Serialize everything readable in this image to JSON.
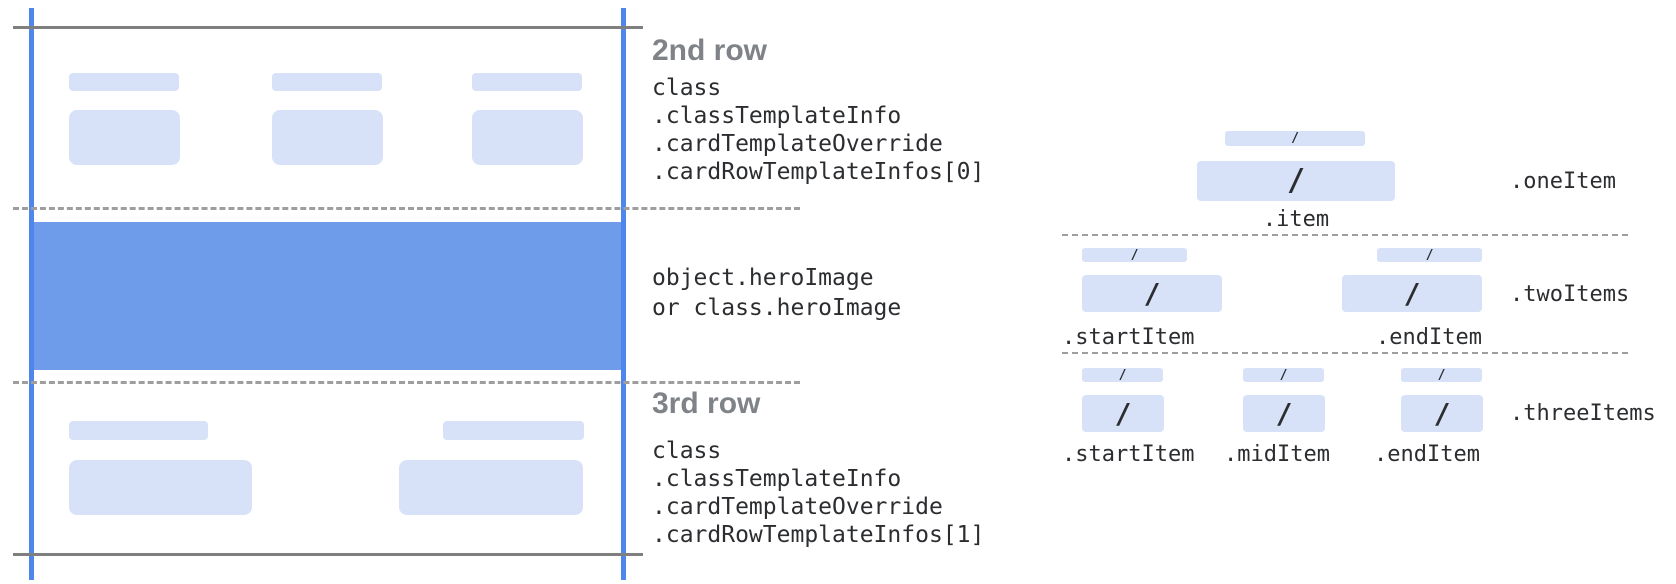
{
  "glyphs": {
    "slash": "/"
  },
  "colors": {
    "accent_blue": "#4e86ec",
    "hero_blue": "#6e9ceb",
    "chip_blue": "#d7e2f8",
    "line_gray": "#7f7f7f",
    "dash_gray": "#9e9e9e",
    "heading_gray": "#7f8388",
    "code_text": "#2b2d30"
  },
  "left_card": {
    "row2_heading": "2nd row",
    "row2_code": [
      "class",
      ".classTemplateInfo",
      ".cardTemplateOverride",
      ".cardRowTemplateInfos[0]"
    ],
    "hero_code": [
      "object.heroImage",
      "or class.heroImage"
    ],
    "row3_heading": "3rd row",
    "row3_code": [
      "class",
      ".classTemplateInfo",
      ".cardTemplateOverride",
      ".cardRowTemplateInfos[1]"
    ]
  },
  "row_layouts": {
    "one_item": {
      "layout_label": ".oneItem",
      "items": [
        ".item"
      ]
    },
    "two_items": {
      "layout_label": ".twoItems",
      "items": [
        ".startItem",
        ".endItem"
      ]
    },
    "three_items": {
      "layout_label": ".threeItems",
      "items": [
        ".startItem",
        ".midItem",
        ".endItem"
      ]
    }
  }
}
